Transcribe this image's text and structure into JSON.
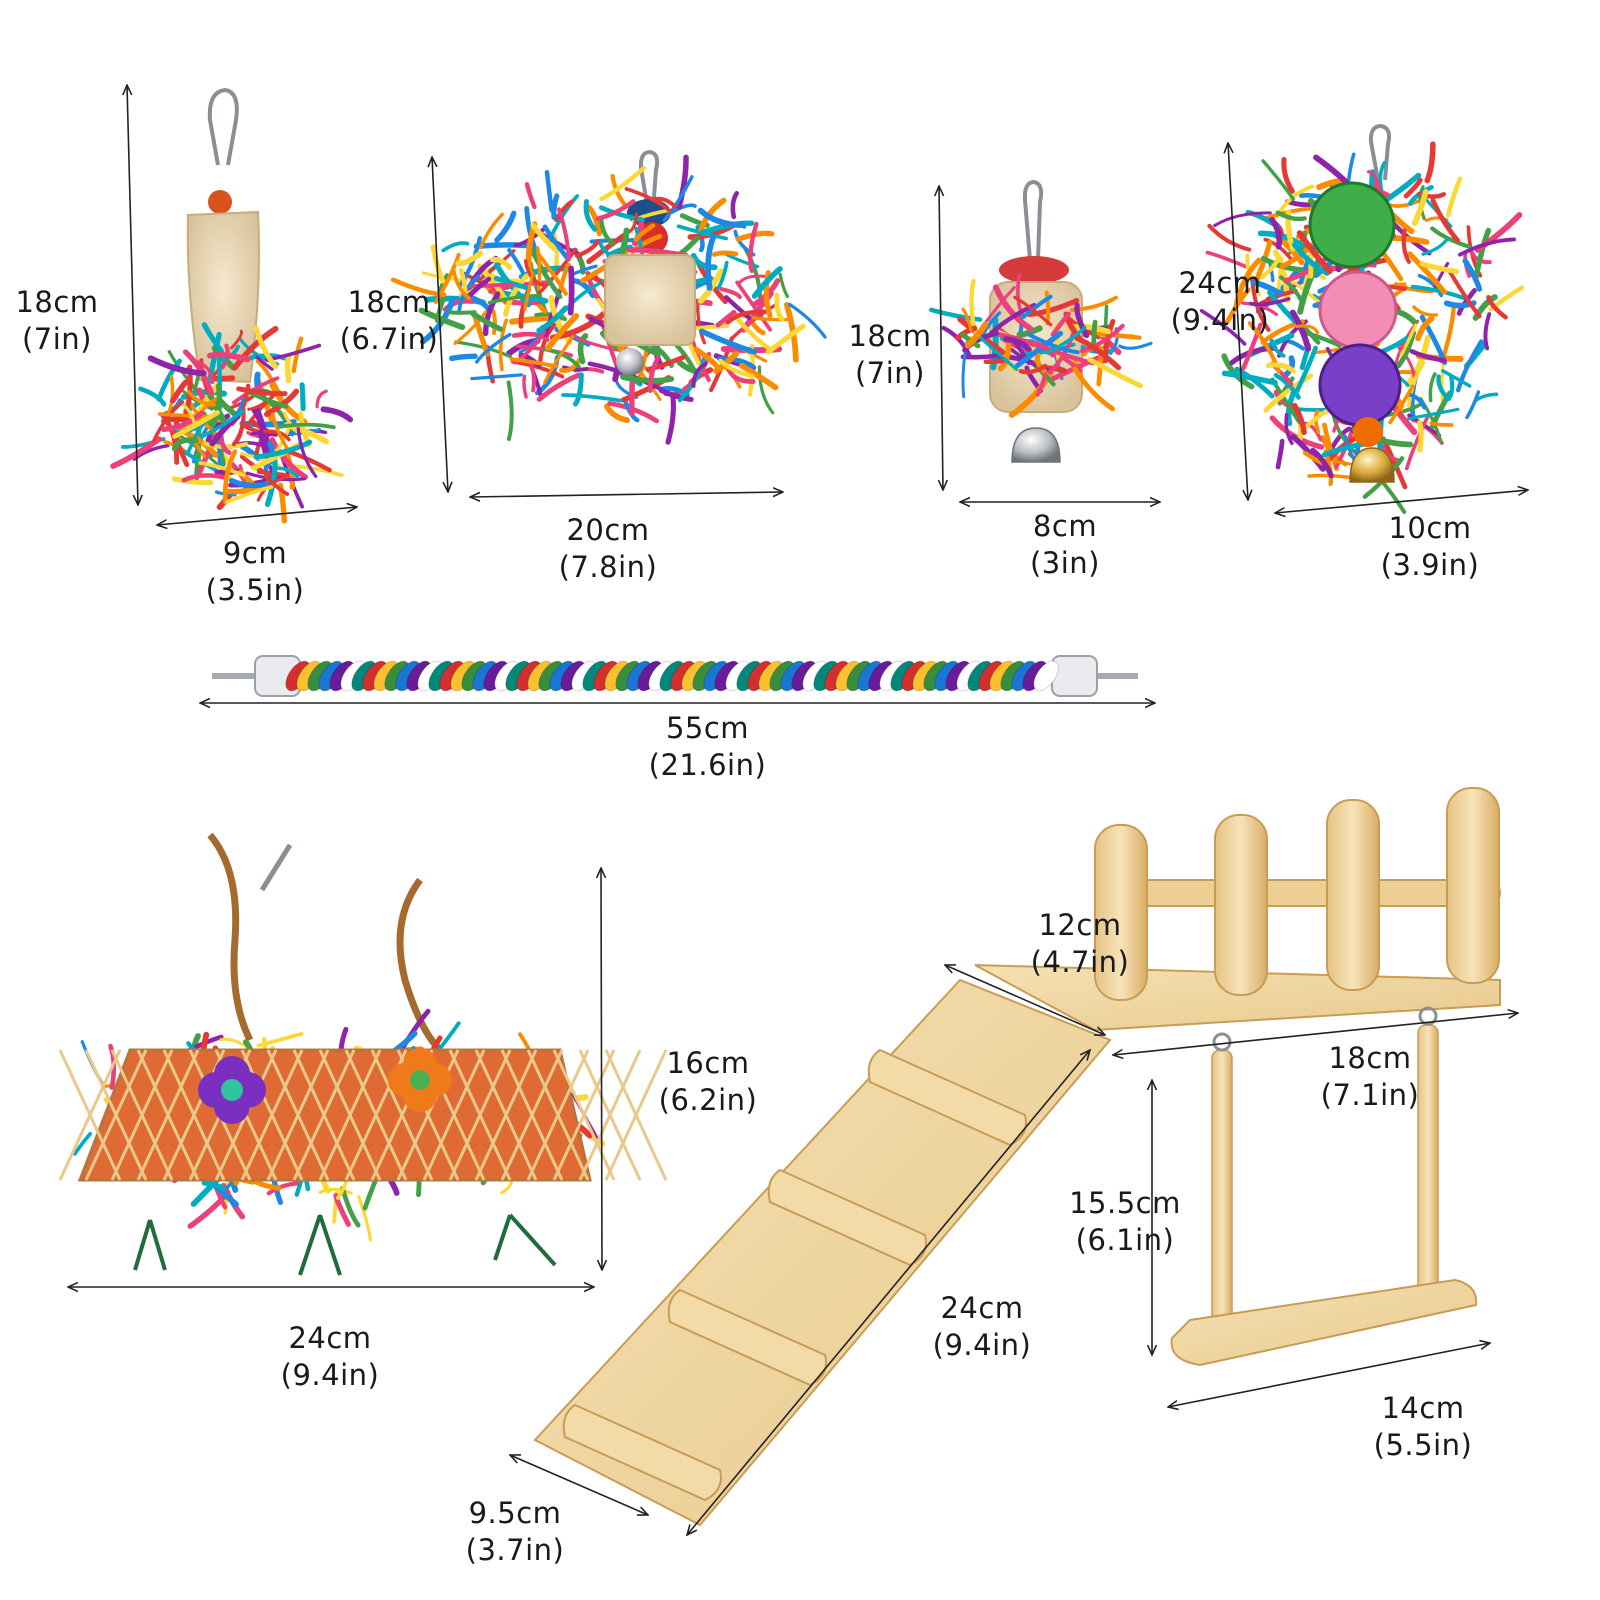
{
  "products": [
    {
      "name": "loofah shredder toy",
      "height": {
        "cm": "18cm",
        "in": "(7in)"
      },
      "width": {
        "cm": "9cm",
        "in": "(3.5in)"
      }
    },
    {
      "name": "wide loofah shredder toy",
      "height": {
        "cm": "18cm",
        "in": "(6.7in)"
      },
      "width": {
        "cm": "20cm",
        "in": "(7.8in)"
      }
    },
    {
      "name": "small loofah bell toy",
      "height": {
        "cm": "18cm",
        "in": "(7in)"
      },
      "width": {
        "cm": "8cm",
        "in": "(3in)"
      }
    },
    {
      "name": "rattan ball shredder toy",
      "height": {
        "cm": "24cm",
        "in": "(9.4in)"
      },
      "width": {
        "cm": "10cm",
        "in": "(3.9in)"
      }
    },
    {
      "name": "rope perch",
      "length": {
        "cm": "55cm",
        "in": "(21.6in)"
      }
    },
    {
      "name": "woven shredder mat",
      "height": {
        "cm": "16cm",
        "in": "(6.2in)"
      },
      "width": {
        "cm": "24cm",
        "in": "(9.4in)"
      }
    },
    {
      "name": "wooden ladder platform swing",
      "platform_depth": {
        "cm": "12cm",
        "in": "(4.7in)"
      },
      "platform_width": {
        "cm": "18cm",
        "in": "(7.1in)"
      },
      "swing_height": {
        "cm": "15.5cm",
        "in": "(6.1in)"
      },
      "swing_width": {
        "cm": "14cm",
        "in": "(5.5in)"
      },
      "ladder_length": {
        "cm": "24cm",
        "in": "(9.4in)"
      },
      "ladder_width": {
        "cm": "9.5cm",
        "in": "(3.7in)"
      }
    }
  ],
  "colors": {
    "background": "#ffffff",
    "text": "#1a1a1a",
    "wood": "#f1d8a3",
    "wood_dark": "#d8b06b",
    "shred": [
      "#e53935",
      "#fb8c00",
      "#fdd835",
      "#43a047",
      "#1e88e5",
      "#8e24aa",
      "#ec407a",
      "#00acc1"
    ]
  }
}
